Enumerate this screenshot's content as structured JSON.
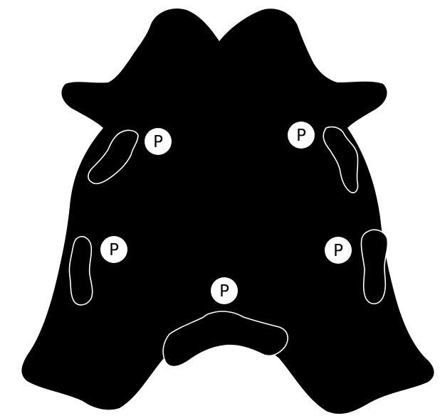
{
  "diagram": {
    "background_color": "#ffffff",
    "hide_color": "#000000",
    "outline_color": "#ffffff",
    "marker_fill": "#ffffff",
    "marker_text_color": "#000000",
    "markers": [
      {
        "id": "upper-left",
        "label": "P"
      },
      {
        "id": "upper-right",
        "label": "P"
      },
      {
        "id": "middle-left",
        "label": "P"
      },
      {
        "id": "middle-right",
        "label": "P"
      },
      {
        "id": "bottom-center",
        "label": "P"
      }
    ],
    "regions": [
      {
        "id": "upper-left",
        "shape": "irregular-patch"
      },
      {
        "id": "upper-right",
        "shape": "irregular-patch"
      },
      {
        "id": "middle-left",
        "shape": "irregular-patch"
      },
      {
        "id": "middle-right",
        "shape": "irregular-patch"
      },
      {
        "id": "bottom-center",
        "shape": "irregular-patch"
      }
    ]
  }
}
